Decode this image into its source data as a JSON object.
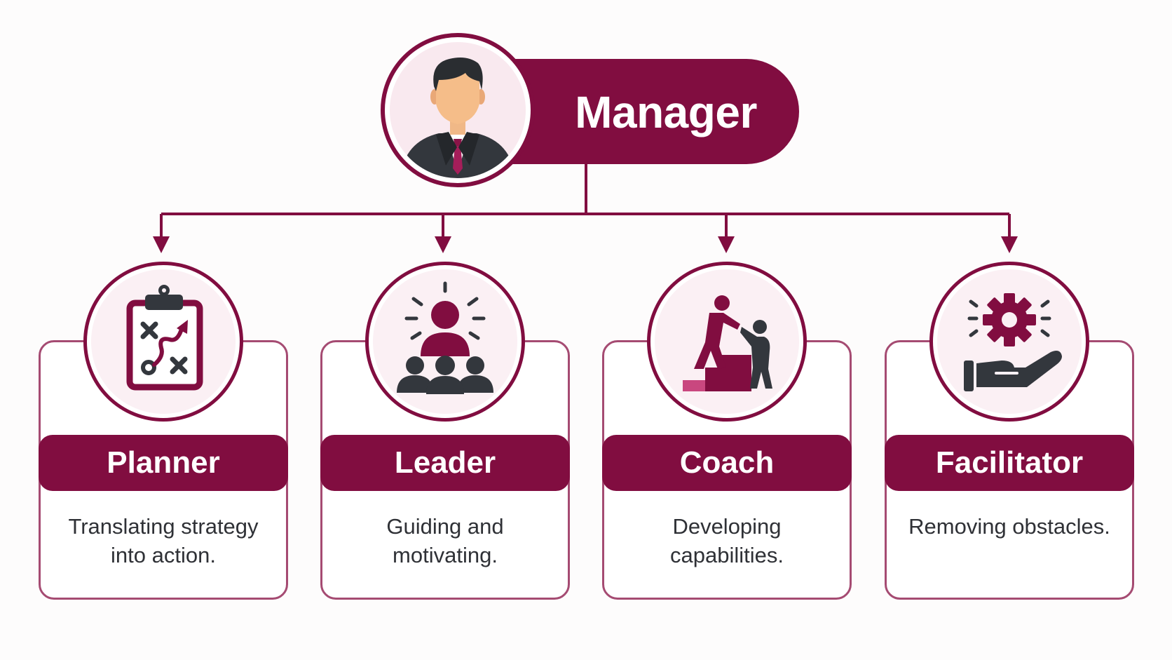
{
  "manager": {
    "title": "Manager",
    "icon": "businessman-avatar-icon"
  },
  "roles": [
    {
      "title": "Planner",
      "description": "Translating strategy into action.",
      "icon": "clipboard-strategy-icon"
    },
    {
      "title": "Leader",
      "description": "Guiding and motivating.",
      "icon": "team-leader-icon"
    },
    {
      "title": "Coach",
      "description": "Developing capabilities.",
      "icon": "helping-climb-steps-icon"
    },
    {
      "title": "Facilitator",
      "description": "Removing obstacles.",
      "icon": "hand-gear-icon"
    }
  ],
  "colors": {
    "primary": "#810d40",
    "border": "#a54b72",
    "icon_dark": "#33373d",
    "icon_bg": "#fbf0f4",
    "text": "#2f3136"
  }
}
